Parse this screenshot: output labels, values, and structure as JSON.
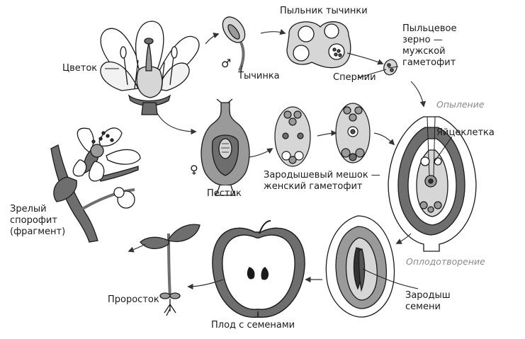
{
  "labels": {
    "flower": "Цветок",
    "stamen": "Тычинка",
    "anther": "Пыльник тычинки",
    "pollen_grain": "Пыльцевое\nзерно —\nмужской\nгаметофит",
    "sperms": "Спермии",
    "pollination": "Опыление",
    "egg_cell": "Яйцеклетка",
    "pistil": "Пестик",
    "embryo_sac": "Зародышевый мешок —\nженский гаметофит",
    "fertilization": "Оплодотворение",
    "seed_embryo": "Зародыш\nсемени",
    "fruit_with_seeds": "Плод с семенами",
    "seedling": "Проросток",
    "mature_sporophyte": "Зрелый\nспорофит\n(фрагмент)"
  },
  "symbols": {
    "male": "♂",
    "female": "♀"
  },
  "colors": {
    "outline": "#1a1a1a",
    "dark_fill": "#6e6e6e",
    "mid_fill": "#9a9a9a",
    "light_fill": "#d6d6d6",
    "stage_label": "#8a8a8a"
  }
}
